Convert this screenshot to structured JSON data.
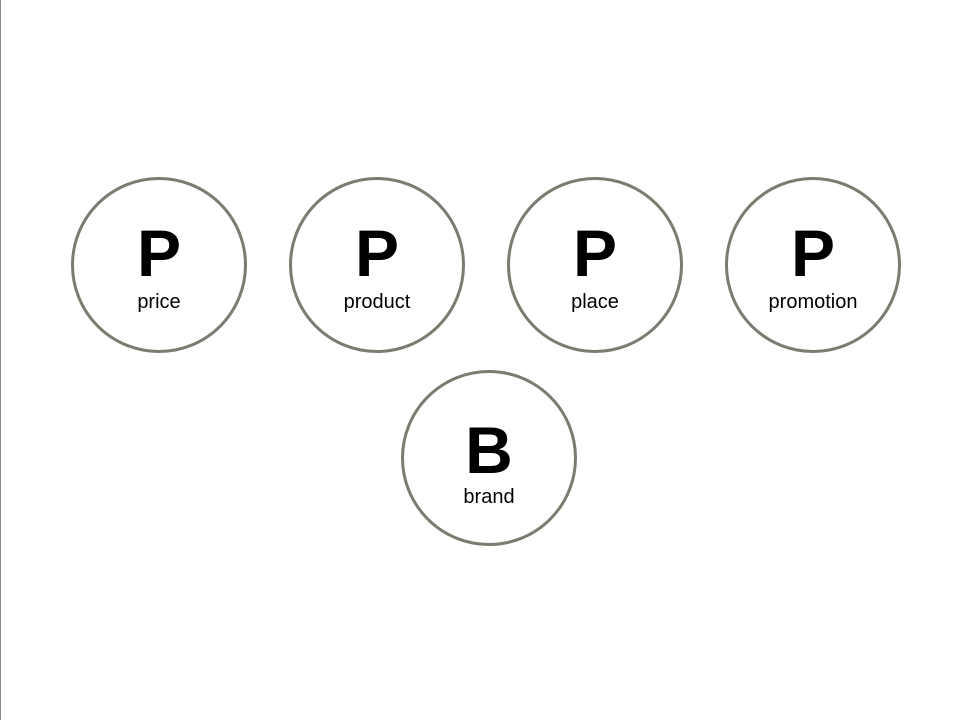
{
  "diagram": {
    "circles": [
      {
        "letter": "P",
        "label": "price"
      },
      {
        "letter": "P",
        "label": "product"
      },
      {
        "letter": "P",
        "label": "place"
      },
      {
        "letter": "P",
        "label": "promotion"
      },
      {
        "letter": "B",
        "label": "brand"
      }
    ]
  },
  "colors": {
    "circle_border": "#7b7b70",
    "text": "#000000",
    "background": "#ffffff"
  }
}
